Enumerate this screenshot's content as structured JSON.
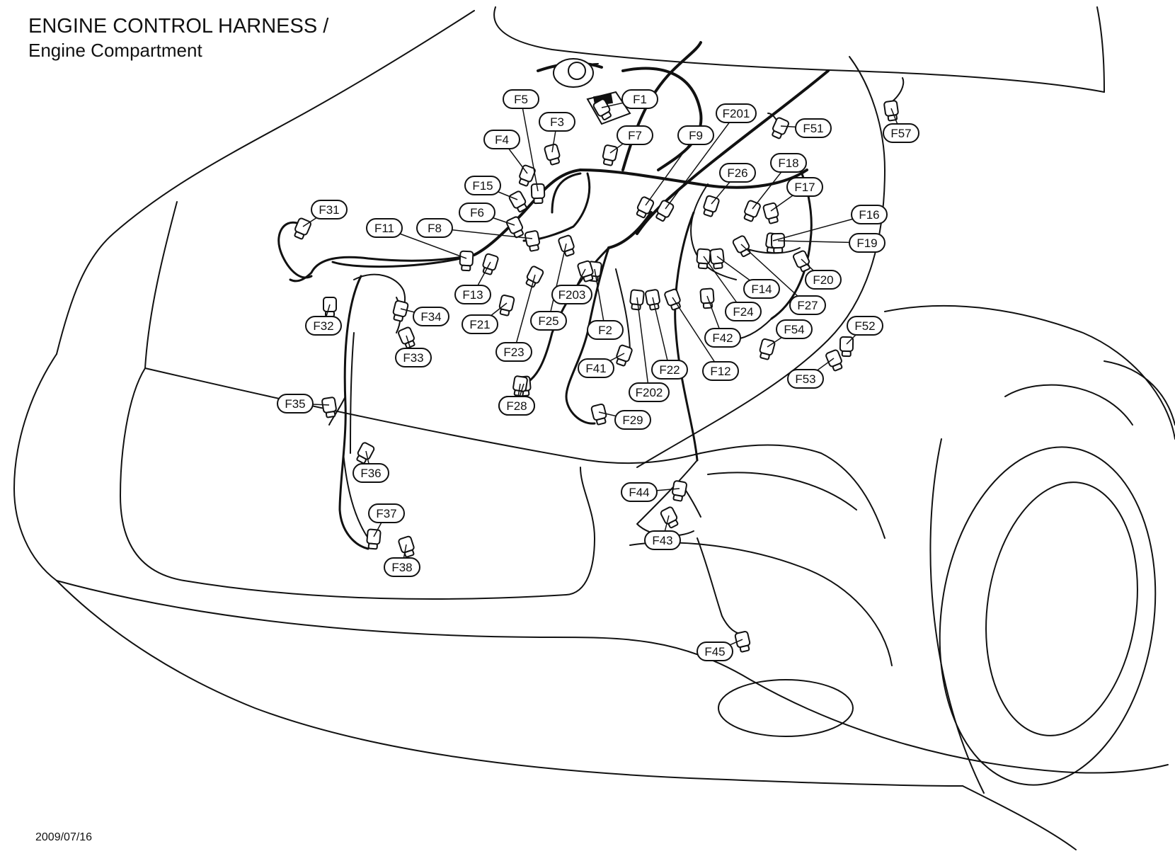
{
  "title": "ENGINE CONTROL HARNESS /",
  "subtitle": "Engine Compartment",
  "date": "2009/07/16",
  "connectors": [
    "F1",
    "F2",
    "F3",
    "F4",
    "F5",
    "F6",
    "F7",
    "F8",
    "F9",
    "F11",
    "F12",
    "F13",
    "F14",
    "F15",
    "F16",
    "F17",
    "F18",
    "F19",
    "F20",
    "F21",
    "F22",
    "F23",
    "F24",
    "F25",
    "F26",
    "F26",
    "F27",
    "F28",
    "F29",
    "F31",
    "F32",
    "F33",
    "F34",
    "F35",
    "F36",
    "F37",
    "F38",
    "F41",
    "F42",
    "F43",
    "F44",
    "F45",
    "F51",
    "F52",
    "F53",
    "F54",
    "F57",
    "F201",
    "F202",
    "F203"
  ]
}
